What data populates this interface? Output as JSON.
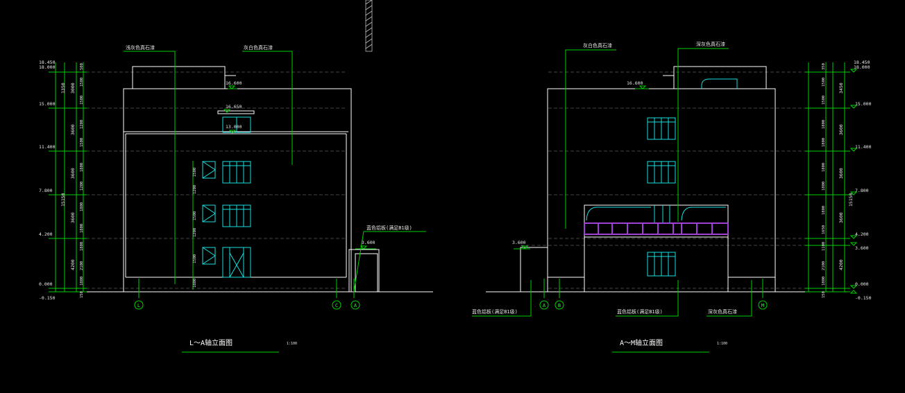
{
  "drawings": [
    {
      "title": "L～A轴立面图",
      "scale": "1:100",
      "materials": [
        "浅灰色真石漆",
        "灰白色真石漆",
        "蓝色铝板(满足B1级)"
      ],
      "level_labels": [
        "18.450",
        "18.000",
        "15.000",
        "11.400",
        "7.800",
        "4.200",
        "0.000",
        "-0.150"
      ],
      "elevation_marks": [
        "16.600",
        "16.650",
        "13.000",
        "3.600"
      ],
      "dim_labels": [
        "1350",
        "3000",
        "3600",
        "3600",
        "3600",
        "4200",
        "15150"
      ],
      "axes": [
        "L",
        "C",
        "A"
      ]
    },
    {
      "title": "A～M轴立面图",
      "scale": "1:100",
      "materials": [
        "灰白色真石漆",
        "深灰色真石漆",
        "蓝色铝板(满足B1级)",
        "蓝色铝板(满足B1级)",
        "深灰色真石漆"
      ],
      "level_labels": [
        "18.450",
        "18.000",
        "15.000",
        "11.400",
        "7.800",
        "4.200",
        "3.600",
        "0.000",
        "-0.150"
      ],
      "elevation_marks": [
        "16.600",
        "3.600"
      ],
      "dim_labels": [
        "3450",
        "3600",
        "3600",
        "3600",
        "4200",
        "15150"
      ],
      "axes": [
        "A",
        "B",
        "M"
      ]
    }
  ]
}
